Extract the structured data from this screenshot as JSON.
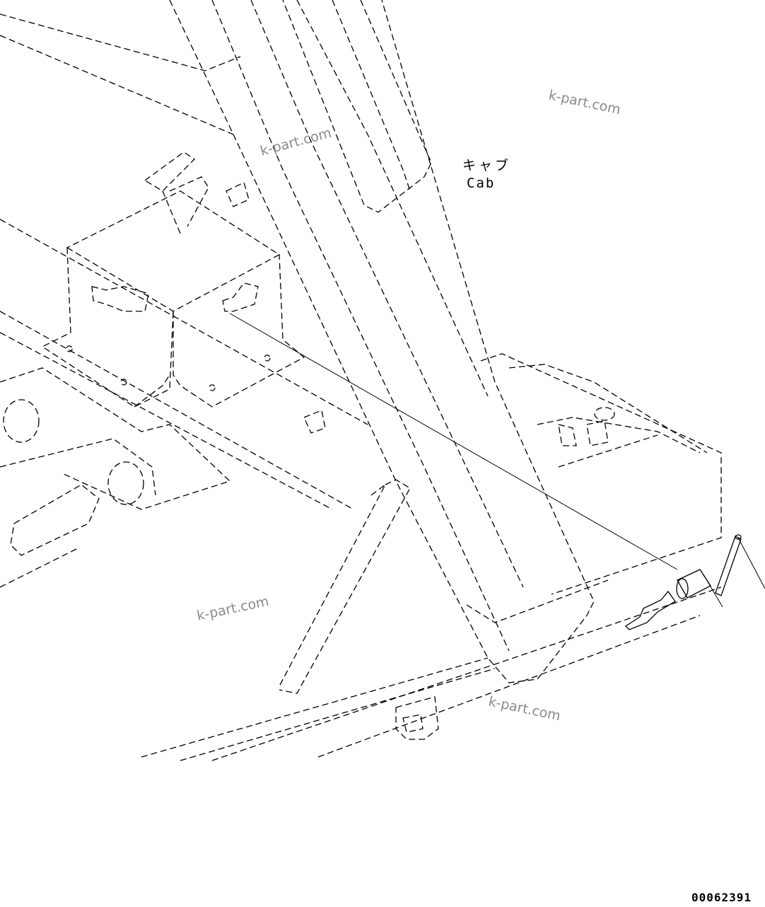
{
  "labels": {
    "cab_jp": "キャブ",
    "cab_en": "Cab"
  },
  "watermarks": [
    "k-part.com",
    "k-part.com",
    "k-part.com",
    "k-part.com"
  ],
  "drawing_number": "00062391"
}
